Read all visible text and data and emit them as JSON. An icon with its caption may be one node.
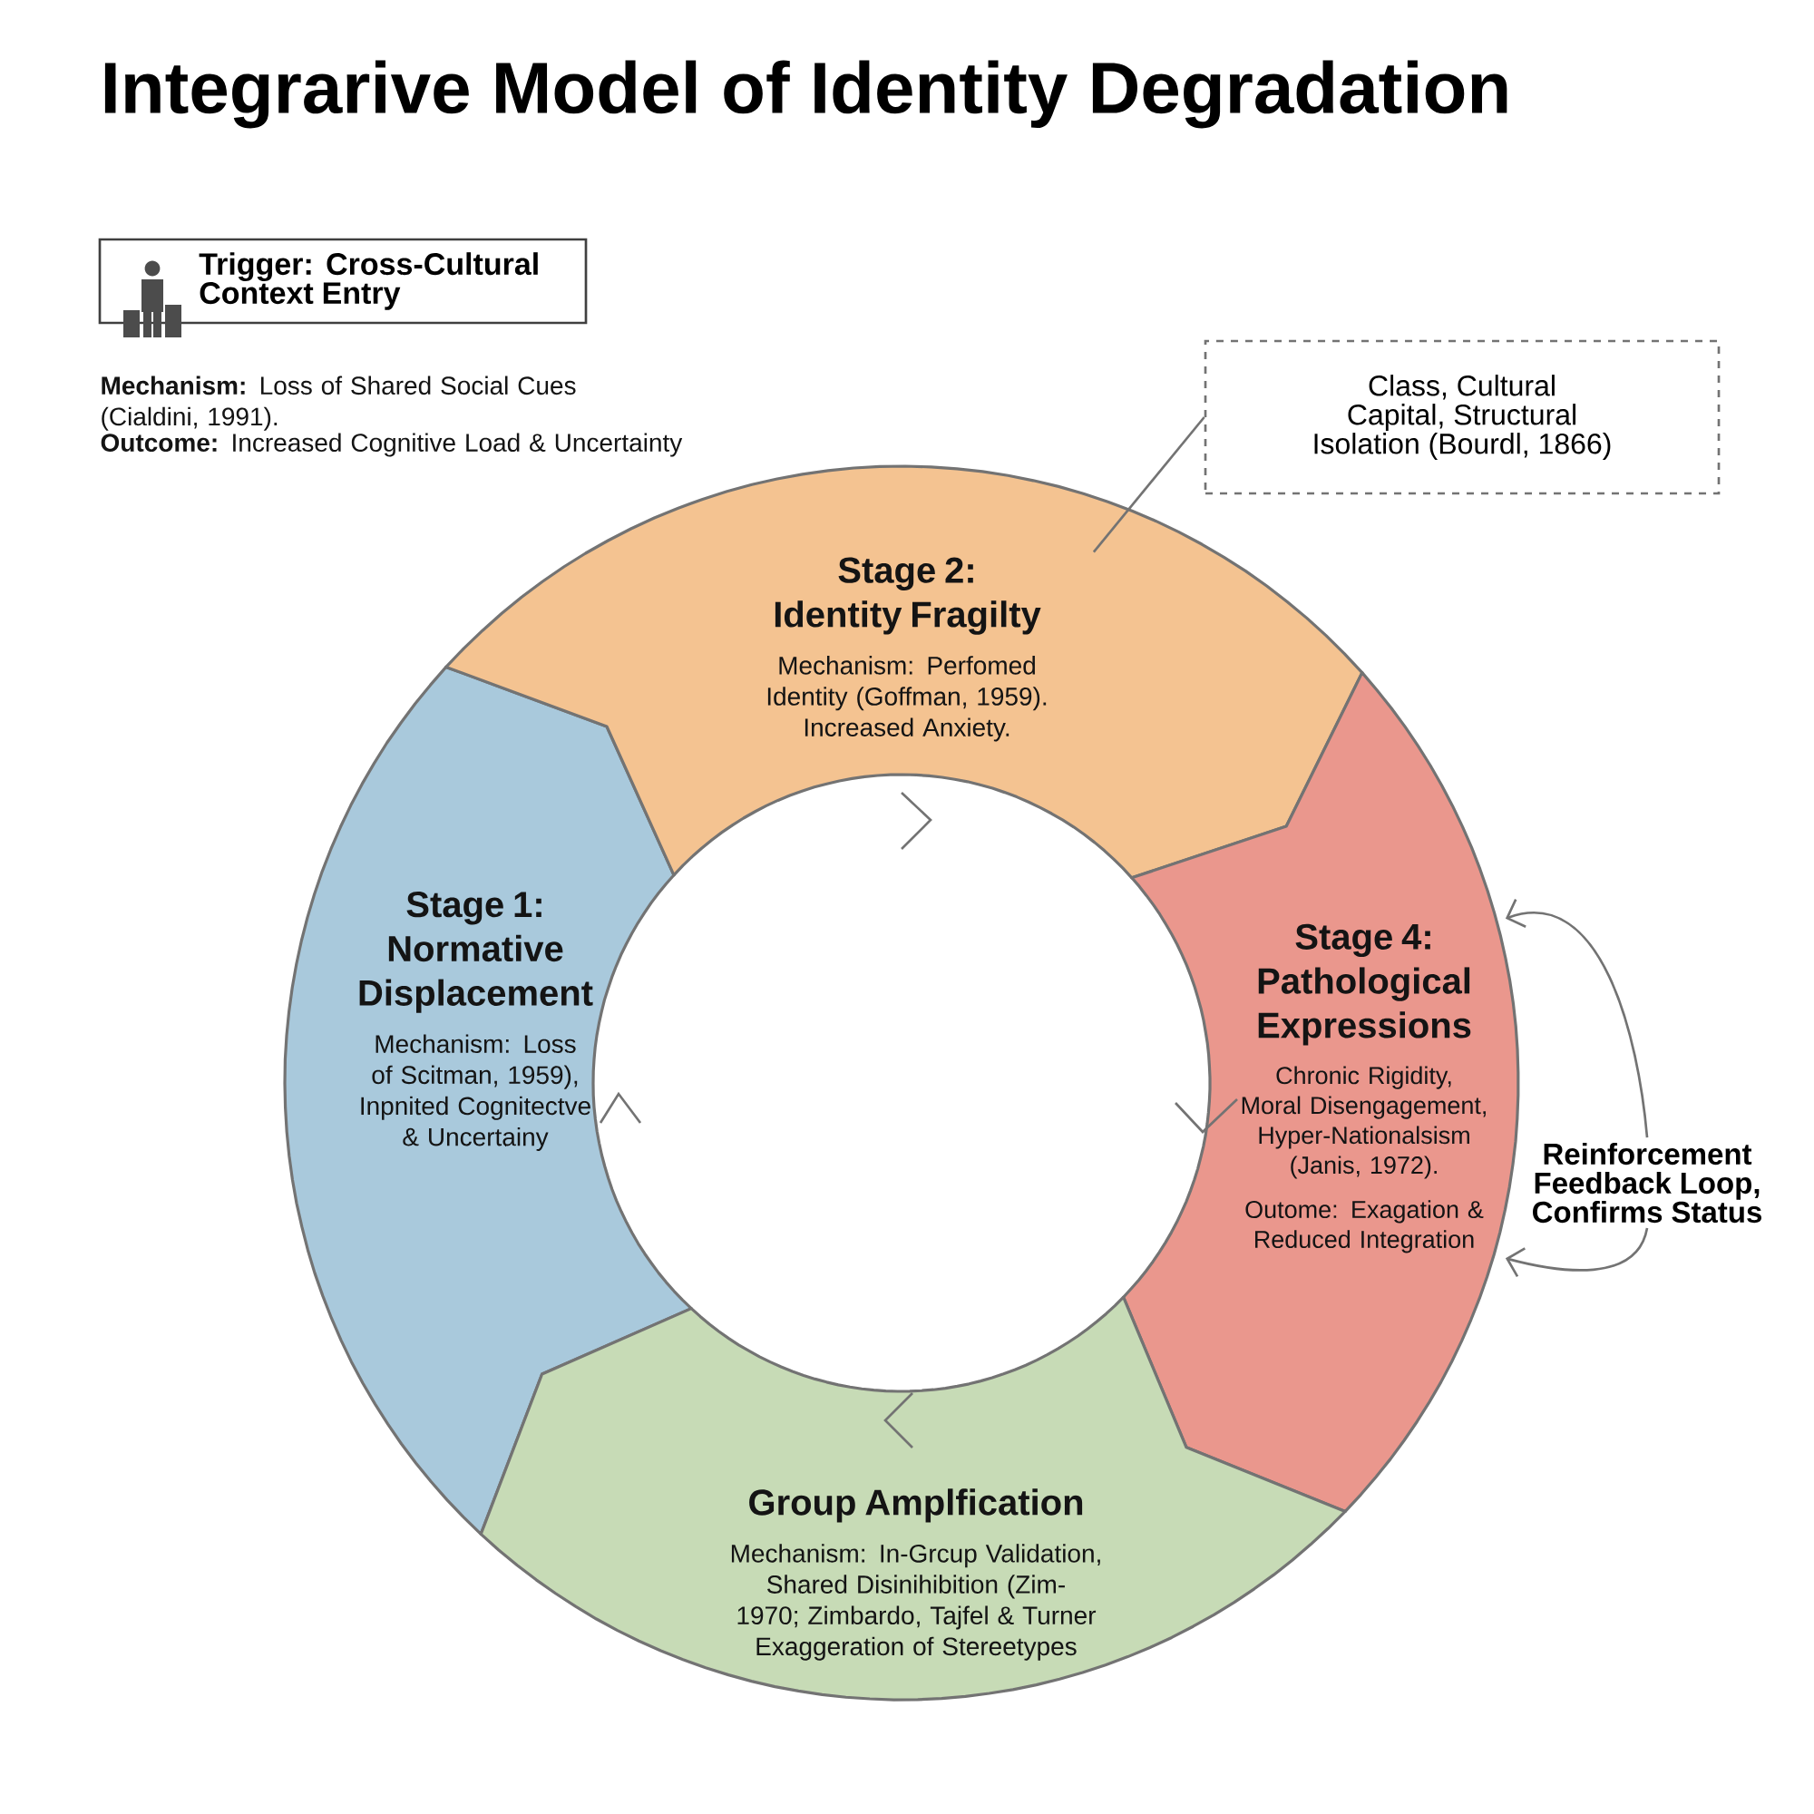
{
  "diagram": {
    "title": "Integrarive Model of Identity Degradation",
    "nodes": [
      {
        "text": [
          "Trigger: Cross-Cultural Context Entry"
        ],
        "beside": [
          "**Mechanism:** Loss of Shared Social Cues (Cialdini, 1991).",
          "**Outcome:** Increased Cognitive Load & Uncertainty"
        ]
      },
      {
        "text": [
          "Stage 1: Normative Displacement",
          "Mechanism: Loss of Scitman, 1959), Inpnited Cognitectve & Uncertainy"
        ]
      },
      {
        "text": [
          "Stage 2: Identity Fragilty",
          "Mechanism: Perfomed Identity (Goffman, 1959). Increased Anxiety."
        ]
      },
      {
        "text": [
          "Stage 4: Pathological Expressions",
          "Chronic Rigidity, Moral Disengagement, Hyper-Nationalsism (Janis, 1972).",
          "Outome: Exagation & Reduced Integration"
        ]
      },
      {
        "text": [
          "Group Amplfication",
          "Mechanism: In-Grcup Validation, Shared Disinihibition (Zim- 1970; Zimbardo, Tajfel & Turner Exaggeration of Stereetypes"
        ]
      },
      {
        "text": [
          "Class, Cultural Capital, Structural Isolation (Bourdl, 1866)"
        ]
      },
      {
        "text": [
          "Reinforcement Feedback Loop, Confirms Status"
        ]
      }
    ],
    "edges": [
      {
        "from": 5,
        "to": 2,
        "arrow": "none"
      },
      {
        "from": 6,
        "to": 3,
        "arrow": "to"
      },
      {
        "from": 6,
        "to": 3,
        "arrow": "to"
      }
    ]
  }
}
